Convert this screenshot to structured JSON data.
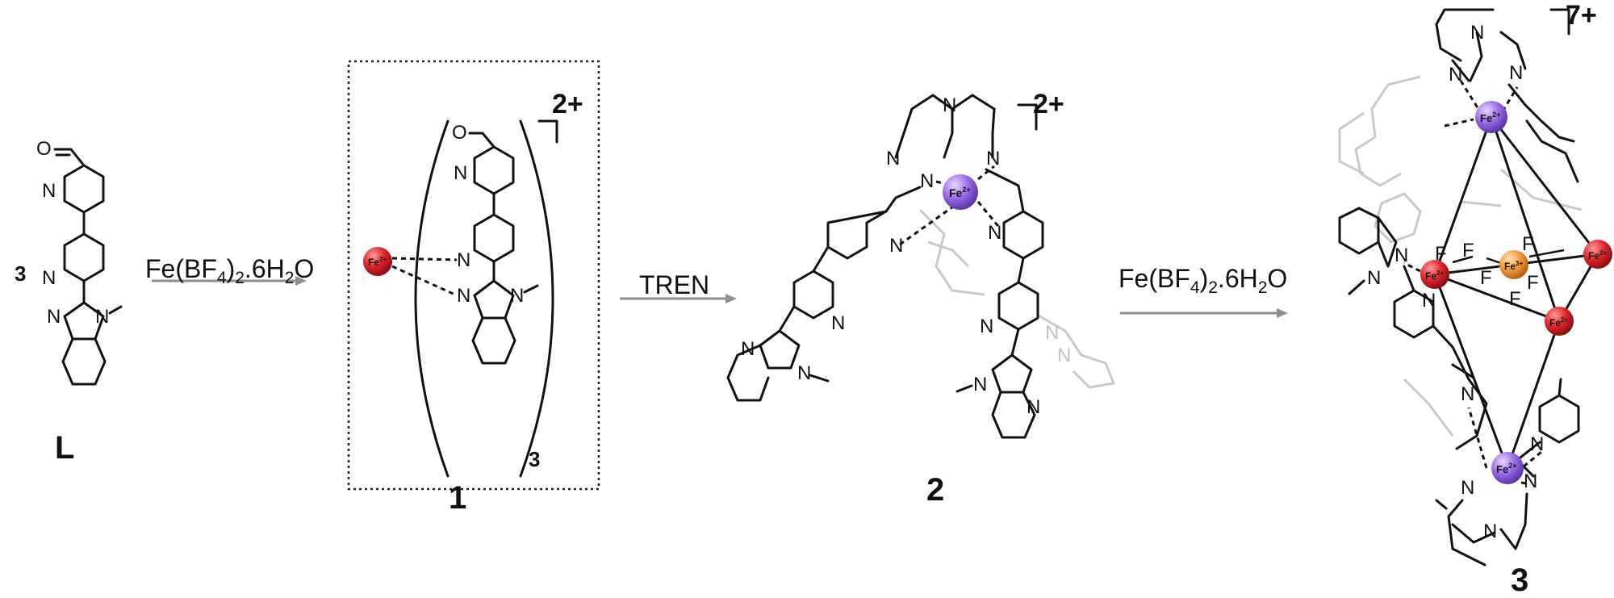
{
  "scheme": {
    "ligand": {
      "coefficient": "3",
      "label": "L"
    },
    "steps": [
      {
        "reagent_main": "Fe(BF",
        "reagent_sub1": "4",
        "reagent_mid": ")",
        "reagent_sub2": "2",
        "reagent_tail": ".6H",
        "reagent_sub3": "2",
        "reagent_end": "O"
      },
      {
        "reagent_main": "TREN"
      },
      {
        "reagent_main": "Fe(BF",
        "reagent_sub1": "4",
        "reagent_mid": ")",
        "reagent_sub2": "2",
        "reagent_tail": ".6H",
        "reagent_sub3": "2",
        "reagent_end": "O"
      }
    ],
    "compounds": [
      {
        "label": "1",
        "charge": "2+",
        "subscript": "3"
      },
      {
        "label": "2",
        "charge": "2+"
      },
      {
        "label": "3",
        "charge": "7+"
      }
    ],
    "atoms": {
      "N": "N",
      "O": "O",
      "F": "F"
    },
    "ions": {
      "fe2": "Fe",
      "fe2_sup": "2+",
      "fe3": "Fe",
      "fe3_sup": "3+"
    }
  },
  "colors": {
    "fe2_red": "#e0252a",
    "fe2_purple": "#9a6ae8",
    "fe3_orange": "#f39a3a",
    "ghost_gray": "#c9c9c9",
    "arrow_gray": "#8f8f8f"
  }
}
